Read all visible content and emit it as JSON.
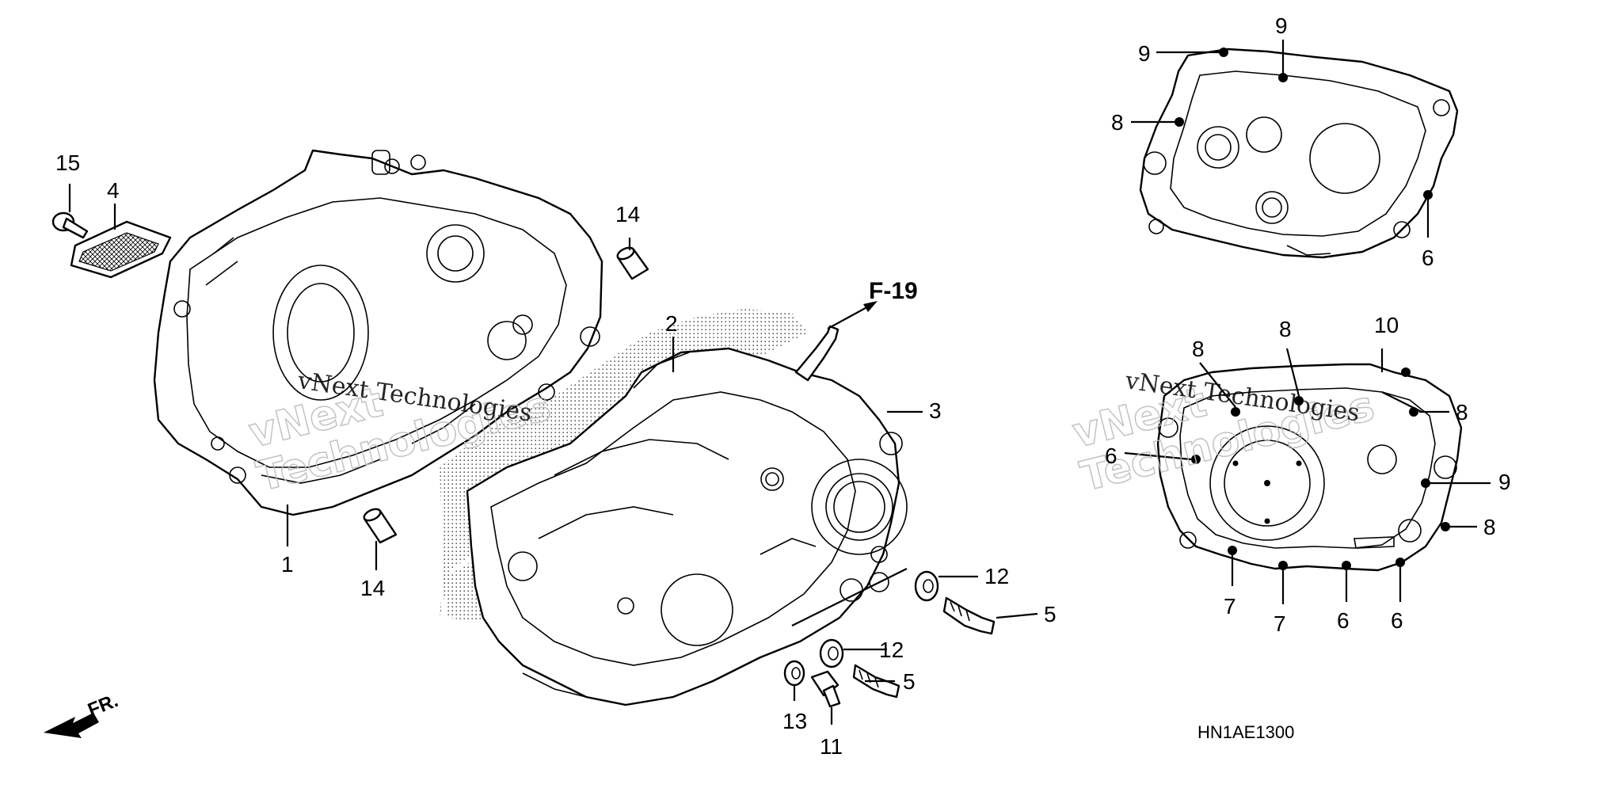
{
  "diagram": {
    "drawing_code": "HN1AE1300",
    "reference": "F-19",
    "direction_label": "FR.",
    "watermark": {
      "line1": "vNext",
      "line2": "Technologies",
      "inline": "vNext Technologies"
    },
    "callouts": {
      "c1": "1",
      "c2": "2",
      "c3": "3",
      "c4": "4",
      "c5a": "5",
      "c5b": "5",
      "c6a": "6",
      "c6b": "6",
      "c6c": "6",
      "c6d": "6",
      "c7a": "7",
      "c7b": "7",
      "c8a": "8",
      "c8b": "8",
      "c8c": "8",
      "c8d": "8",
      "c8e": "8",
      "c9a": "9",
      "c9b": "9",
      "c9c": "9",
      "c10": "10",
      "c11": "11",
      "c12a": "12",
      "c12b": "12",
      "c13": "13",
      "c14a": "14",
      "c14b": "14",
      "c15": "15"
    }
  }
}
